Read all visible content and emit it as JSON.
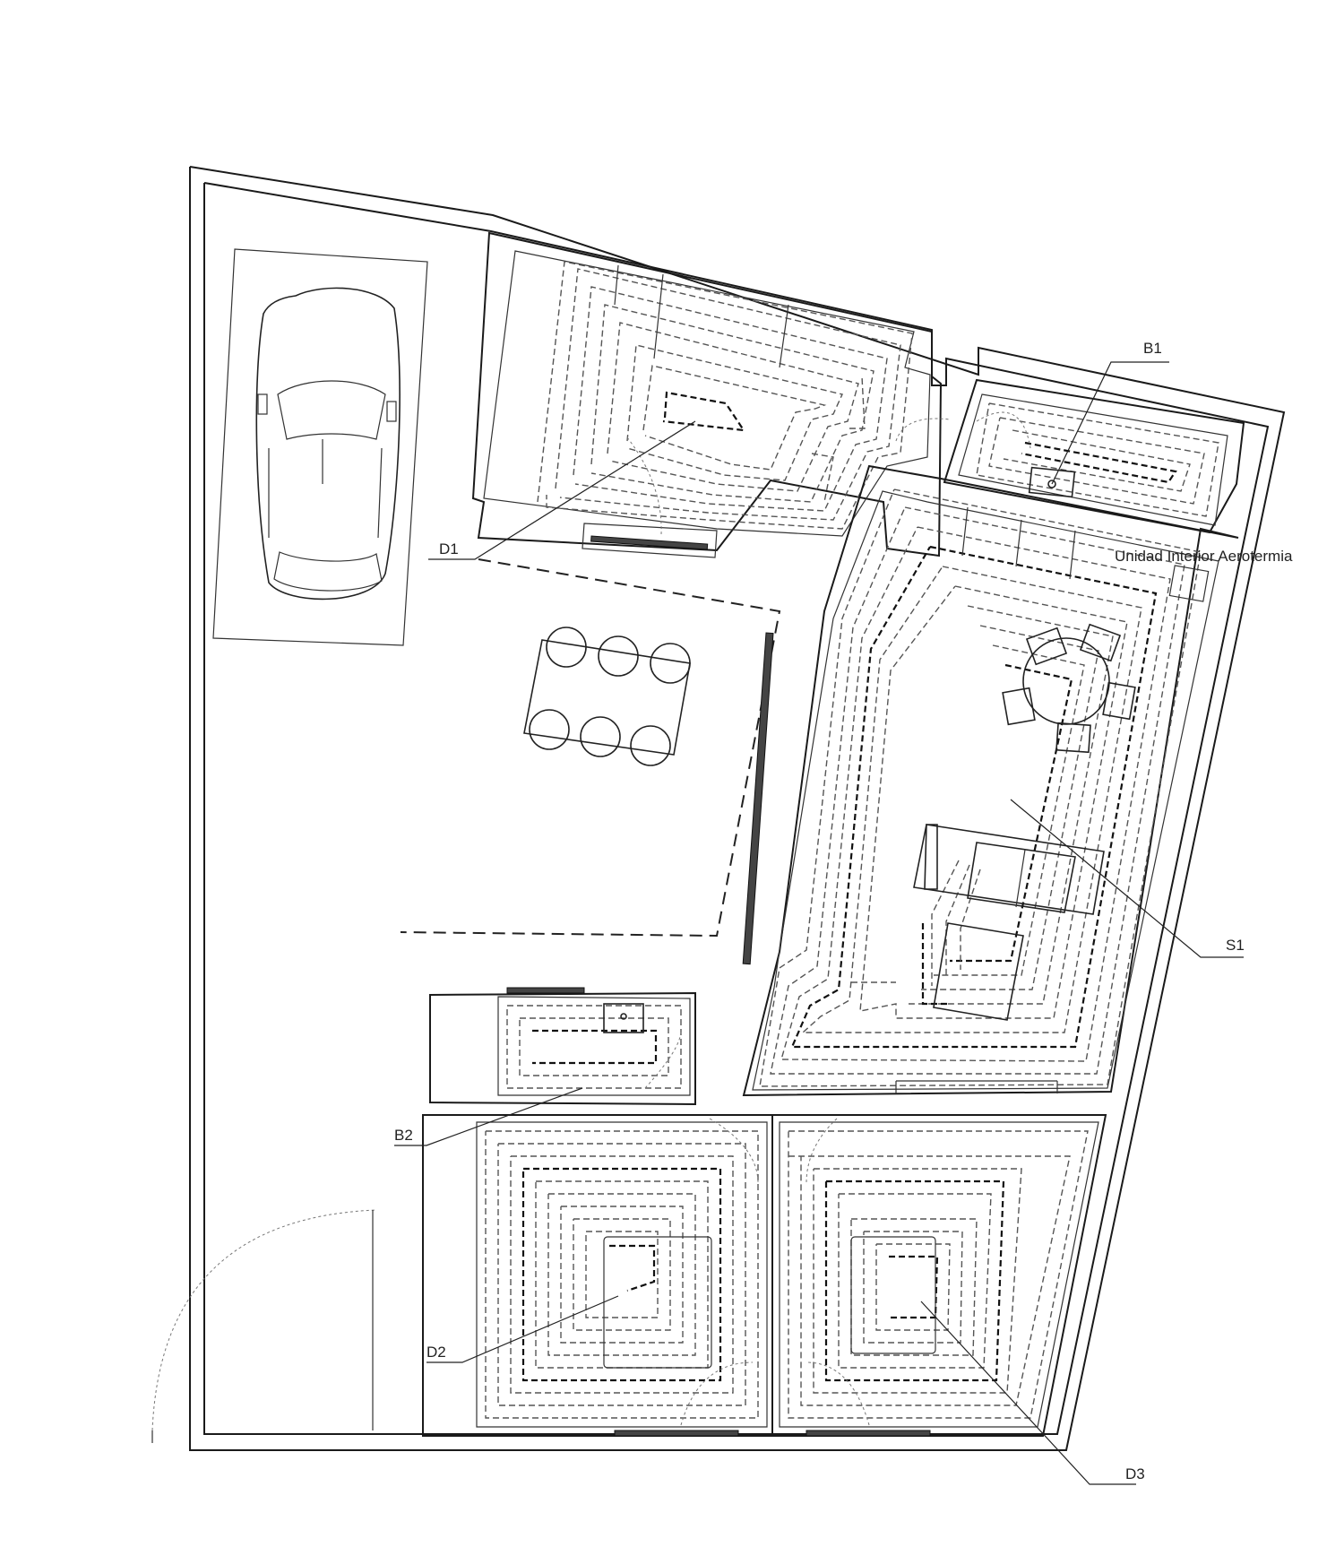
{
  "labels": {
    "b1": "B1",
    "d1": "D1",
    "s1": "S1",
    "b2": "B2",
    "d2": "D2",
    "d3": "D3",
    "unit": "Unidad Interior Aerotermia"
  },
  "icons": {
    "car": "car-icon",
    "table": "dining-table-icon",
    "round_table": "round-table-icon",
    "sofa": "sofa-icon",
    "sink": "sink-icon"
  }
}
